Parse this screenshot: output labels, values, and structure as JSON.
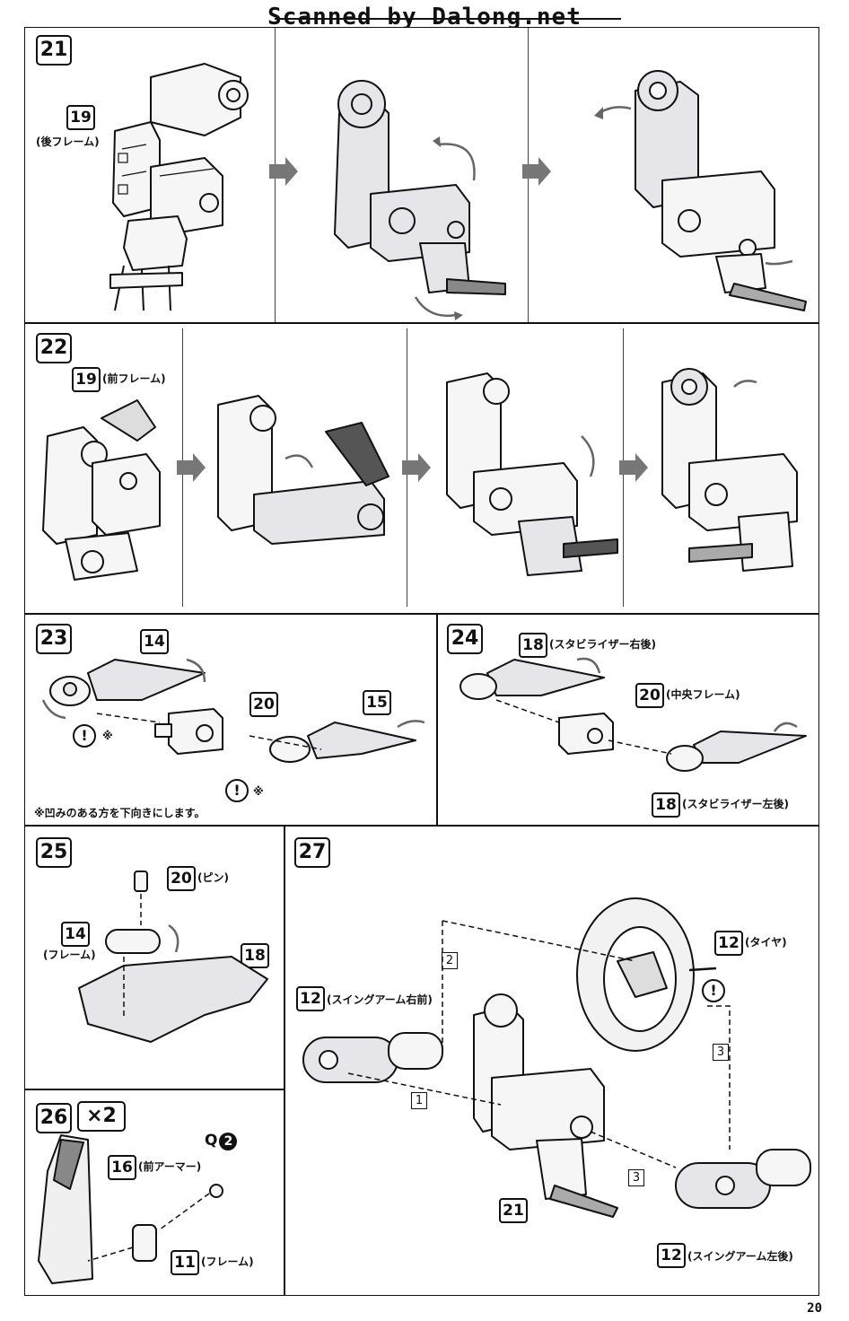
{
  "watermark": "Scanned by Dalong.net",
  "page_number": "20",
  "steps": {
    "s21": {
      "num": "21",
      "part": "19",
      "part_label": "(後フレーム)"
    },
    "s22": {
      "num": "22",
      "part": "19",
      "part_label": "(前フレーム)"
    },
    "s23": {
      "num": "23",
      "part_a": "14",
      "part_b": "20",
      "part_c": "15",
      "kome_a": "※",
      "kome_b": "※",
      "note": "※凹みのある方を下向きにします。"
    },
    "s24": {
      "num": "24",
      "part_a": "18",
      "label_a": "(スタビライザー右後)",
      "part_b": "20",
      "label_b": "(中央フレーム)",
      "part_c": "18",
      "label_c": "(スタビライザー左後)"
    },
    "s25": {
      "num": "25",
      "part_a": "20",
      "label_a": "(ピン)",
      "part_b": "14",
      "label_b": "(フレーム)",
      "part_c": "18"
    },
    "s26": {
      "num": "26",
      "times": "×2",
      "q": "Q",
      "q_num": "2",
      "part_a": "16",
      "label_a": "(前アーマー)",
      "part_b": "11",
      "label_b": "(フレーム)"
    },
    "s27": {
      "num": "27",
      "part_a": "12",
      "label_a": "(タイヤ)",
      "part_b": "12",
      "label_b": "(スイングアーム右前)",
      "part_c": "21",
      "part_d": "12",
      "label_d": "(スイングアーム左後)",
      "seq": [
        "1",
        "2",
        "3",
        "3"
      ]
    }
  },
  "warn_symbol": "!"
}
